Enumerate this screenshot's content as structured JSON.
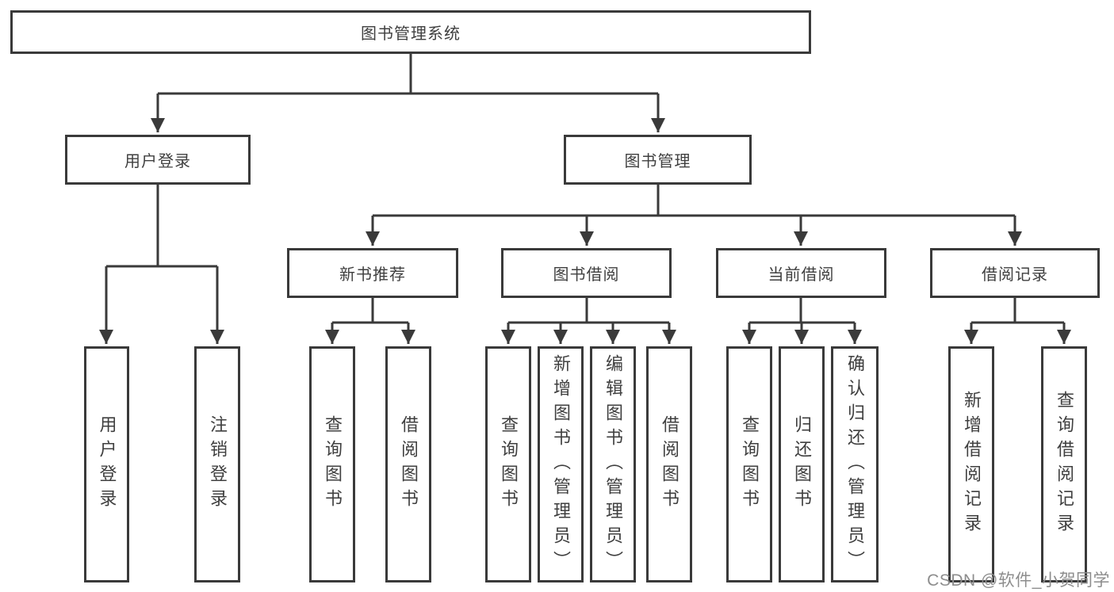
{
  "colors": {
    "line": "#3a3a3a",
    "box_border": "#3a3a3a",
    "box_fill": "#ffffff",
    "text": "#3f3f3f",
    "watermark": "#8d8d8d",
    "background": "#ffffff"
  },
  "watermark": {
    "text": "CSDN @软件_小贺同学"
  },
  "diagram": {
    "root_label": "图书管理系统",
    "branches": [
      {
        "label": "用户登录",
        "children": [
          {
            "label": "用户登录"
          },
          {
            "label": "注销登录"
          }
        ]
      },
      {
        "label": "图书管理",
        "children": [
          {
            "label": "新书推荐",
            "children": [
              {
                "label": "查询图书"
              },
              {
                "label": "借阅图书"
              }
            ]
          },
          {
            "label": "图书借阅",
            "children": [
              {
                "label": "查询图书"
              },
              {
                "label": "新增图书（管理员）"
              },
              {
                "label": "编辑图书（管理员）"
              },
              {
                "label": "借阅图书"
              }
            ]
          },
          {
            "label": "当前借阅",
            "children": [
              {
                "label": "查询图书"
              },
              {
                "label": "归还图书"
              },
              {
                "label": "确认归还（管理员）"
              }
            ]
          },
          {
            "label": "借阅记录",
            "children": [
              {
                "label": "新增借阅记录"
              },
              {
                "label": "查询借阅记录"
              }
            ]
          }
        ]
      }
    ]
  }
}
